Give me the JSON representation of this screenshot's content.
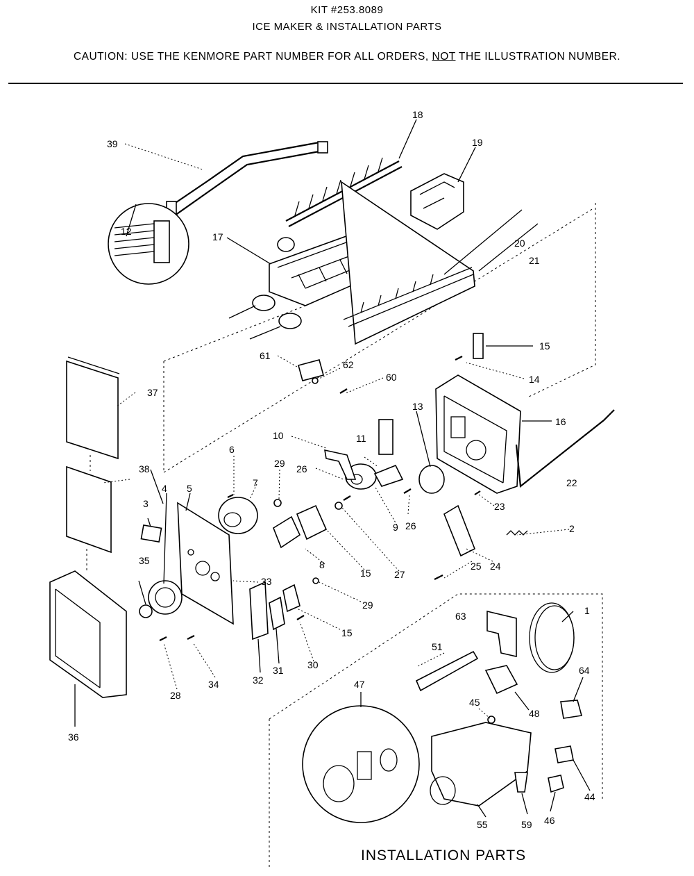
{
  "header": {
    "kit": "KIT #253.8089",
    "title": "ICE MAKER & INSTALLATION PARTS",
    "caution_prefix": "CAUTION:  USE THE KENMORE PART NUMBER FOR ALL ORDERS, ",
    "caution_emphasis": "NOT",
    "caution_suffix": " THE ILLUSTRATION NUMBER."
  },
  "callouts": {
    "c1": "1",
    "c2": "2",
    "c3": "3",
    "c4": "4",
    "c5": "5",
    "c6": "6",
    "c7": "7",
    "c8": "8",
    "c9": "9",
    "c10": "10",
    "c11": "11",
    "c12": "12",
    "c13": "13",
    "c14": "14",
    "c15a": "15",
    "c15b": "15",
    "c15c": "15",
    "c16": "16",
    "c17": "17",
    "c18": "18",
    "c19": "19",
    "c20": "20",
    "c21": "21",
    "c22": "22",
    "c23": "23",
    "c24": "24",
    "c25": "25",
    "c26a": "26",
    "c26b": "26",
    "c27": "27",
    "c28": "28",
    "c29a": "29",
    "c29b": "29",
    "c30": "30",
    "c31": "31",
    "c32": "32",
    "c33": "33",
    "c34": "34",
    "c35": "35",
    "c36": "36",
    "c37": "37",
    "c38": "38",
    "c39": "39",
    "c44": "44",
    "c45": "45",
    "c46": "46",
    "c47": "47",
    "c48": "48",
    "c51": "51",
    "c55": "55",
    "c59": "59",
    "c60": "60",
    "c61": "61",
    "c62": "62",
    "c63": "63",
    "c64": "64"
  },
  "footer": {
    "section_label": "INSTALLATION PARTS"
  }
}
